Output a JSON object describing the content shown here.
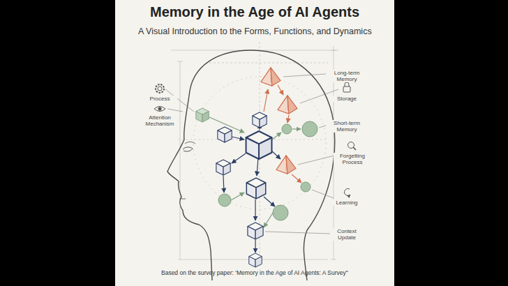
{
  "diagram": {
    "title": "Memory in the Age of AI Agents",
    "caption": "Based on the survey paper: 'Memory in the Age of AI Agents: A Survey\"",
    "labels": [
      "A Visual Introduction to the Forms, Functions, and Dynamics",
      "Long-term Memory",
      "Process",
      "Storage",
      "Attention Mechanism",
      "Short-term Memory",
      "Forgetting Process",
      "Learning",
      "Context Update"
    ]
  }
}
